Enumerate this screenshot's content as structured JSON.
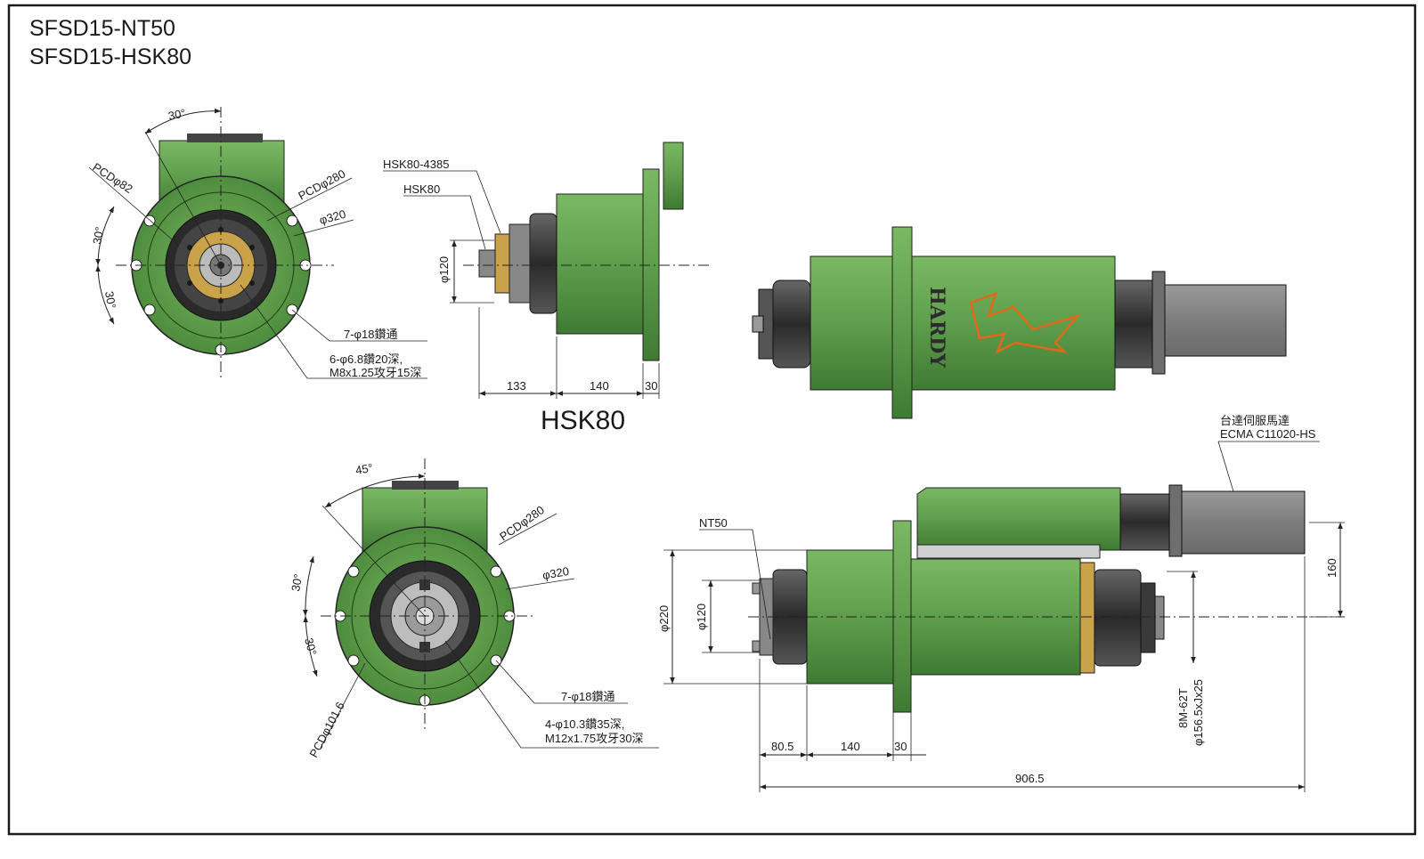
{
  "titles": {
    "line1": "SFSD15-NT50",
    "line2": "SFSD15-HSK80"
  },
  "top_front_view": {
    "angle_top": "30°",
    "angle_left_upper": "30°",
    "angle_left_lower": "30°",
    "pcd_inner": "PCDφ82",
    "pcd_outer": "PCDφ280",
    "diameter": "φ320",
    "holes_note": "7-φ18鑽通",
    "tap_note_1": "6-φ6.8鑽20深,",
    "tap_note_2": "M8x1.25攻牙15深"
  },
  "top_side_view": {
    "label_hsk_model": "HSK80-4385",
    "label_hsk": "HSK80",
    "dia_120": "φ120",
    "dim_133": "133",
    "dim_140": "140",
    "dim_30": "30",
    "view_title": "HSK80"
  },
  "top_right_view": {
    "brand": "HARDY"
  },
  "bottom_front_view": {
    "angle_top": "45°",
    "angle_left_upper": "30°",
    "angle_left_lower": "30°",
    "pcd_outer": "PCDφ280",
    "diameter": "φ320",
    "pcd_inner": "PCDφ101.6",
    "holes_note": "7-φ18鑽通",
    "tap_note_1": "4-φ10.3鑽35深,",
    "tap_note_2": "M12x1.75攻牙30深"
  },
  "bottom_side_view": {
    "label_nt": "NT50",
    "motor_label_1": "台達伺服馬達",
    "motor_label_2": "ECMA C11020-HS",
    "dia_220": "φ220",
    "dia_120": "φ120",
    "dim_160": "160",
    "belt_1": "8M-62T",
    "belt_2": "φ156.5xJx25",
    "dim_80_5": "80.5",
    "dim_140": "140",
    "dim_30": "30",
    "dim_total": "906.5"
  },
  "colors": {
    "body": "#5f9e4c",
    "body_dark": "#3f7a34",
    "body_light": "#7ab863",
    "steel": "#3a3a3a",
    "motor": "#8a8a8a",
    "brass": "#c9a24a"
  }
}
